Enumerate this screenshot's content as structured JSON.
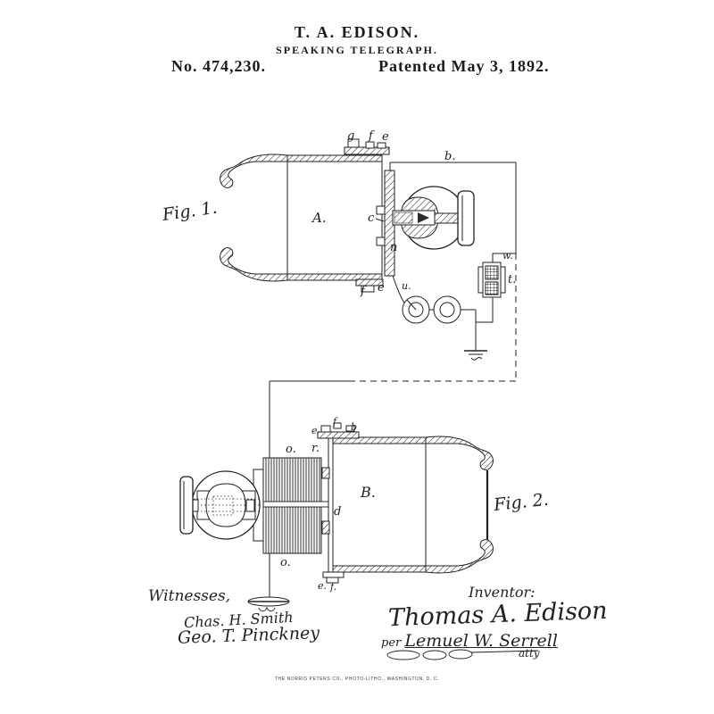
{
  "header": {
    "applicant": "T. A. EDISON.",
    "title": "SPEAKING TELEGRAPH.",
    "patent_number": "No. 474,230.",
    "patent_date": "Patented May 3, 1892."
  },
  "figure1": {
    "label": "Fig. 1.",
    "parts": {
      "chamber_a": "A.",
      "diaphragm_c": "c",
      "frame_n": "n",
      "post_g": "g",
      "post_f": "f",
      "post_e": "e",
      "wire_b": "b.",
      "wire_w": "w.",
      "resistance_t": "t.",
      "wire_u": "u.",
      "clamp_f": "f",
      "clamp_e": "e"
    }
  },
  "figure2": {
    "label": "Fig. 2.",
    "parts": {
      "chamber_b": "B.",
      "coil_top_o": "o.",
      "coil_bottom_o": "o.",
      "rod_r": "r.",
      "diaphragm_d": "d",
      "post_e": "e",
      "post_f": "f",
      "post_b": "b",
      "clamp_e": "e.",
      "clamp_f": "f."
    }
  },
  "signatures": {
    "witnesses_heading": "Witnesses,",
    "witness_1": "Chas. H. Smith",
    "witness_2": "Geo. T. Pinckney",
    "inventor_heading": "Inventor:",
    "inventor_name": "Thomas A. Edison",
    "attorney_prefix": "per",
    "attorney_name": "Lemuel W. Serrell",
    "attorney_suffix": "atty"
  },
  "footer": {
    "imprint": "THE NORRIS PETERS CO., PHOTO-LITHO., WASHINGTON, D. C."
  },
  "colors": {
    "ink": "#1d1d1d",
    "paper": "#ffffff"
  }
}
